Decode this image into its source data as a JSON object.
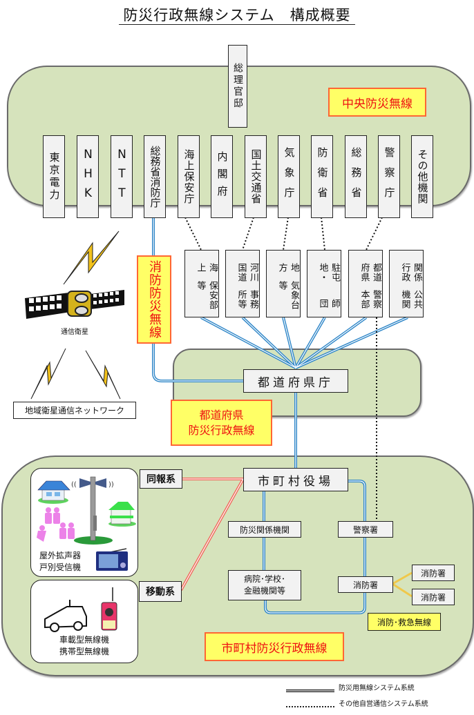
{
  "title": "防災行政無線システム　構成概要",
  "central": {
    "label": "中央防災無線",
    "top_box": "総理官邸",
    "agencies": [
      "東京電力",
      "NHK",
      "NTT",
      "総務省消防庁",
      "海上保安庁",
      "内閣府",
      "国土交通省",
      "気象庁",
      "防衛省",
      "総務省",
      "警察庁",
      "その他機関"
    ]
  },
  "fire_radio_label": "消防防災無線",
  "regional_offices": [
    "海上保安部等",
    "河川国道事務所等",
    "地方気象台等",
    "駐屯地・師団",
    "都道府県警察本部",
    "関係行政公共機関"
  ],
  "regional_offices_columns": [
    [
      "海上",
      "保安部等"
    ],
    [
      "河川国道",
      "事務所等"
    ],
    [
      "地方",
      "気象台等"
    ],
    [
      "駐屯地・",
      "師団"
    ],
    [
      "都道府県",
      "警察本部"
    ],
    [
      "関係行政",
      "公共機関"
    ]
  ],
  "satellite": {
    "label": "通信衛星",
    "network_label": "地域衛星通信ネットワーク"
  },
  "prefecture": {
    "office": "都道府県庁",
    "label_line1": "都道府県",
    "label_line2": "防災行政無線"
  },
  "municipal": {
    "office": "市町村役場",
    "label": "市町村防災行政無線",
    "broadcast": "同報系",
    "mobile": "移動系",
    "outdoor_speaker_line1": "屋外拡声器",
    "outdoor_speaker_line2": "戸別受信機",
    "vehicle_radio_line1": "車載型無線機",
    "vehicle_radio_line2": "携帯型無線機",
    "disaster_agencies": "防災関係機関",
    "hospitals_line1": "病院･学校･",
    "hospitals_line2": "金融機関等",
    "police_station": "警察署",
    "fire_station": "消防署",
    "fire_station_a": "消防署",
    "fire_station_b": "消防署",
    "fire_rescue_radio": "消防･救急無線"
  },
  "legend": [
    {
      "style": "double-line",
      "label": "防災用無線システム系統"
    },
    {
      "style": "dotted-line",
      "label": "その他自営通信システム系統"
    }
  ],
  "colors": {
    "region_fill": "#d6e3bc",
    "blue_line": "#2e86c8",
    "red_line": "#f0685a",
    "yellow_line": "#f0c84a",
    "label_fill": "#ffff66",
    "label_text": "#ee1111"
  }
}
